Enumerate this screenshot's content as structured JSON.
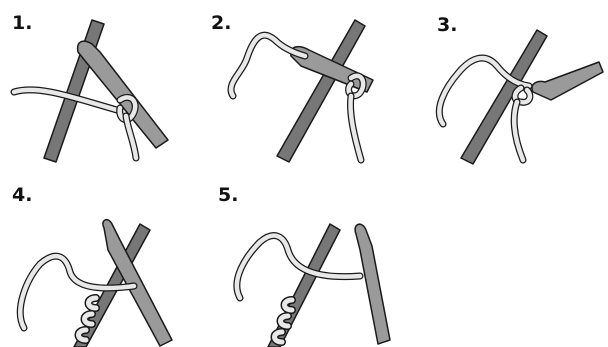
{
  "steps": [
    {
      "label": "1."
    },
    {
      "label": "2."
    },
    {
      "label": "3."
    },
    {
      "label": "4."
    },
    {
      "label": "5."
    }
  ],
  "colors": {
    "needle": "#777777",
    "hook": "#9a9a9a",
    "yarn_fill": "#e8e8e8",
    "outline": "#1a1a1a",
    "background": "#ffffff"
  }
}
